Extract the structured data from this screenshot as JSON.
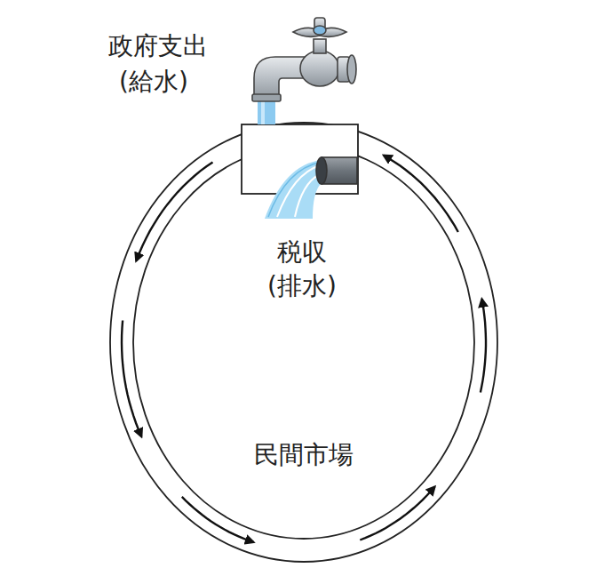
{
  "diagram": {
    "labels": [
      "政府支出",
      "(給水)",
      "税収",
      "(排水)",
      "民間市場"
    ]
  }
}
